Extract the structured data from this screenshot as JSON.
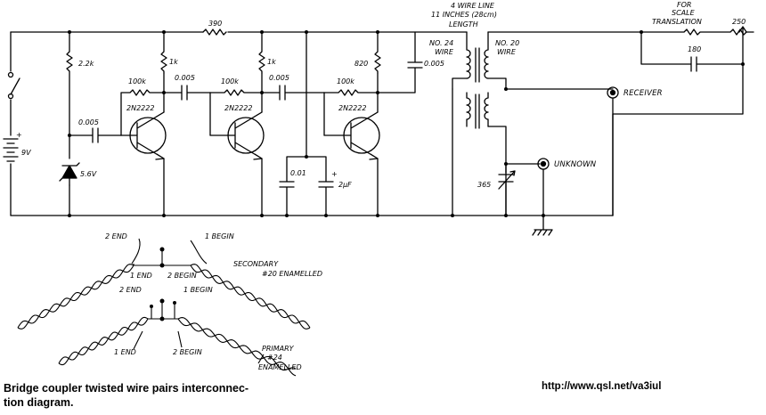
{
  "labels": {
    "r_390": "390",
    "r_22k": "2.2k",
    "r_1k_a": "1k",
    "r_1k_b": "1k",
    "r_820": "820",
    "r_100k_a": "100k",
    "r_100k_b": "100k",
    "r_100k_c": "100k",
    "c_0005_in": "0.005",
    "c_0005_a": "0.005",
    "c_0005_b": "0.005",
    "c_0005_out": "0.005",
    "q1": "2N2222",
    "q2": "2N2222",
    "q3": "2N2222",
    "battery": "9V",
    "battery_plus": "+",
    "zener": "5.6V",
    "c_001": "0.01",
    "c_2uf": "2μF",
    "c_2uf_plus": "+",
    "line_1": "4 WIRE LINE",
    "line_2": "11 INCHES (28cm)",
    "line_3": "LENGTH",
    "no24_1": "NO. 24",
    "no24_2": "WIRE",
    "no20_1": "NO. 20",
    "no20_2": "WIRE",
    "scale_1": "FOR",
    "scale_2": "SCALE",
    "scale_3": "TRANSLATION",
    "r_250": "250",
    "c_180": "180",
    "receiver": "RECEIVER",
    "unknown": "UNKNOWN",
    "c_365": "365"
  },
  "pairs": {
    "top_2end": "2 END",
    "top_1begin": "1 BEGIN",
    "top_1end": "1 END",
    "top_2begin": "2 BEGIN",
    "secondary_1": "SECONDARY",
    "secondary_2": "#20 ENAMELLED",
    "bot_2end": "2 END",
    "bot_1begin": "1 BEGIN",
    "bot_1end": "1 END",
    "bot_2begin": "2 BEGIN",
    "primary_1": "PRIMARY",
    "primary_2": "#24",
    "primary_3": "ENAMELLED"
  },
  "caption": {
    "line1": "Bridge coupler twisted wire pairs interconnec-",
    "line2": "tion diagram."
  },
  "url": "http://www.qsl.net/va3iul"
}
